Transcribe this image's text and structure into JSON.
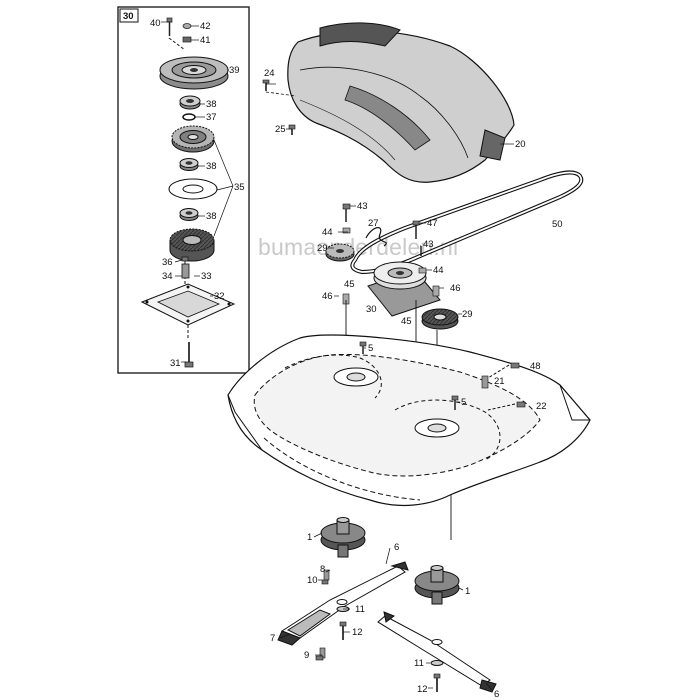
{
  "watermark": "bumaonderdelen.nl",
  "inset_box_label": "30",
  "callouts": [
    "40",
    "42",
    "41",
    "39",
    "38",
    "37",
    "38",
    "35",
    "38",
    "36",
    "34",
    "33",
    "32",
    "31",
    "24",
    "25",
    "20",
    "43",
    "27",
    "47",
    "44",
    "29",
    "43",
    "44",
    "46",
    "45",
    "30",
    "45",
    "29",
    "46",
    "50",
    "5",
    "5",
    "48",
    "21",
    "22",
    "1",
    "6",
    "8",
    "10",
    "11",
    "12",
    "7",
    "9",
    "1",
    "11",
    "6",
    "12"
  ]
}
